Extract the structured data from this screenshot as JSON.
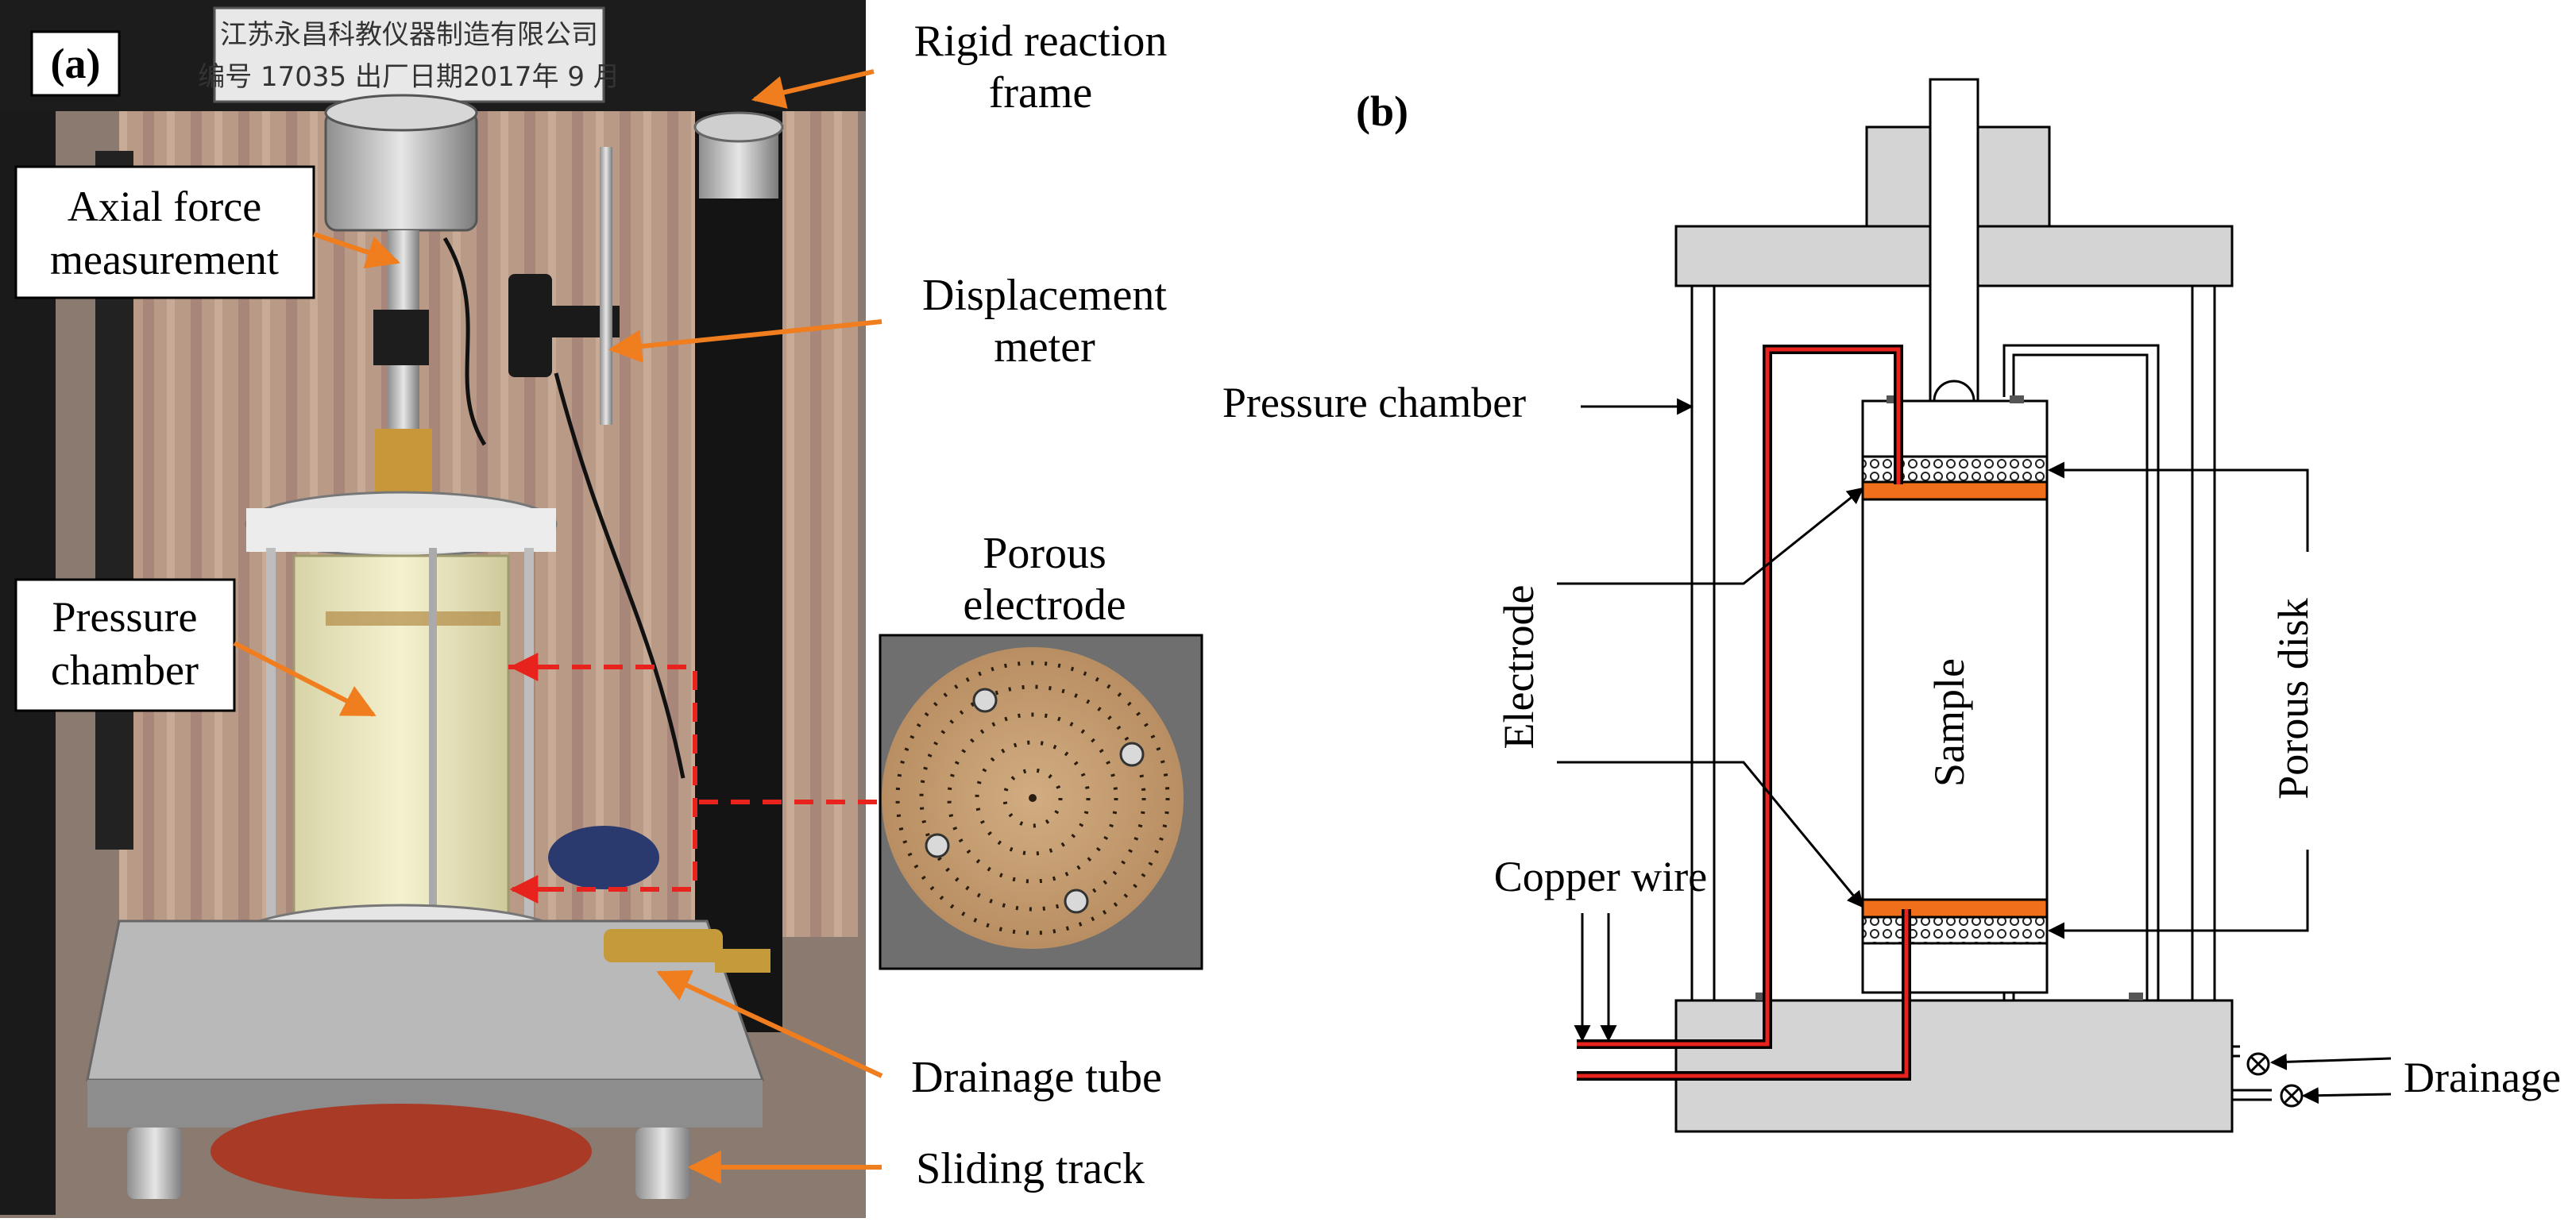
{
  "panel_a": {
    "letter": "(a)",
    "plate": {
      "line1": "江苏永昌科教仪器制造有限公司",
      "line2": "编号 17035  出厂日期2017年 9 月"
    },
    "labels": {
      "axial_force_1": "Axial force",
      "axial_force_2": "measurement",
      "pressure_chamber_1": "Pressure",
      "pressure_chamber_2": "chamber",
      "rigid_frame_1": "Rigid reaction",
      "rigid_frame_2": "frame",
      "displacement_1": "Displacement",
      "displacement_2": "meter",
      "porous_electrode_1": "Porous",
      "porous_electrode_2": "electrode",
      "drainage_tube": "Drainage tube",
      "sliding_track": "Sliding track"
    }
  },
  "panel_b": {
    "letter": "(b)",
    "labels": {
      "pressure_chamber": "Pressure chamber",
      "electrode": "Electrode",
      "sample": "Sample",
      "porous_disk": "Porous disk",
      "copper_wire": "Copper wire",
      "drainage": "Drainage"
    }
  },
  "colors": {
    "arrow_orange": "#f07d1e",
    "dashed_red": "#e8221c",
    "electrode_orange": "#ef6f1a",
    "frame_gray": "#d4d4d4",
    "wire_red": "#e8221c"
  },
  "icons": [
    "arrow-icon",
    "valve-icon"
  ]
}
